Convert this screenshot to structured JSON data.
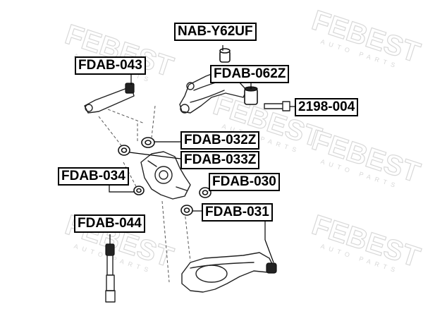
{
  "watermark": {
    "brand": "FEBEST",
    "tagline": "AUTO PARTS"
  },
  "part_labels": [
    {
      "id": "nab-y62uf",
      "text": "NAB-Y62UF"
    },
    {
      "id": "fdab-043",
      "text": "FDAB-043"
    },
    {
      "id": "fdab-062z",
      "text": "FDAB-062Z"
    },
    {
      "id": "2198-004",
      "text": "2198-004"
    },
    {
      "id": "fdab-032z",
      "text": "FDAB-032Z"
    },
    {
      "id": "fdab-033z",
      "text": "FDAB-033Z"
    },
    {
      "id": "fdab-034",
      "text": "FDAB-034"
    },
    {
      "id": "fdab-030",
      "text": "FDAB-030"
    },
    {
      "id": "fdab-044",
      "text": "FDAB-044"
    },
    {
      "id": "fdab-031",
      "text": "FDAB-031"
    }
  ]
}
